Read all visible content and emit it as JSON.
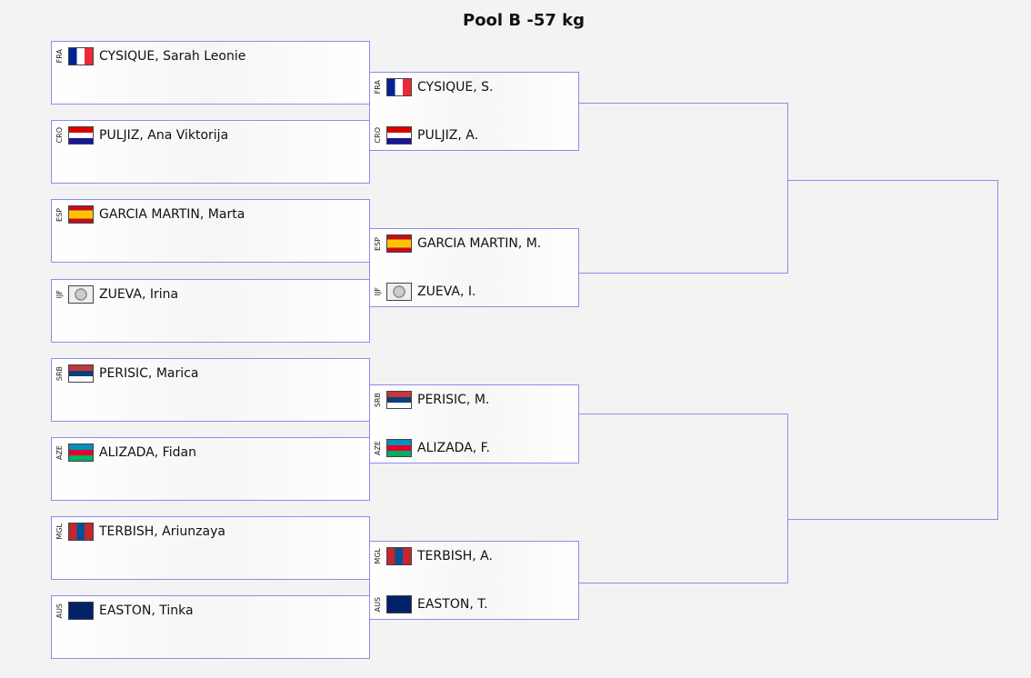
{
  "title": "Pool B -57 kg",
  "round1": [
    {
      "code": "FRA",
      "name": "CYSIQUE, Sarah Leonie"
    },
    {
      "code": "CRO",
      "name": "PULJIZ, Ana Viktorija"
    },
    {
      "code": "ESP",
      "name": "GARCIA MARTIN, Marta"
    },
    {
      "code": "IJF",
      "name": "ZUEVA, Irina"
    },
    {
      "code": "SRB",
      "name": "PERISIC, Marica"
    },
    {
      "code": "AZE",
      "name": "ALIZADA, Fidan"
    },
    {
      "code": "MGL",
      "name": "TERBISH, Ariunzaya"
    },
    {
      "code": "AUS",
      "name": "EASTON, Tinka"
    }
  ],
  "round2": [
    {
      "code": "FRA",
      "name": "CYSIQUE, S."
    },
    {
      "code": "CRO",
      "name": "PULJIZ, A."
    },
    {
      "code": "ESP",
      "name": "GARCIA MARTIN, M."
    },
    {
      "code": "IJF",
      "name": "ZUEVA, I."
    },
    {
      "code": "SRB",
      "name": "PERISIC, M."
    },
    {
      "code": "AZE",
      "name": "ALIZADA, F."
    },
    {
      "code": "MGL",
      "name": "TERBISH, A."
    },
    {
      "code": "AUS",
      "name": "EASTON, T."
    }
  ],
  "colors": {
    "border": "#8c8cf0"
  }
}
